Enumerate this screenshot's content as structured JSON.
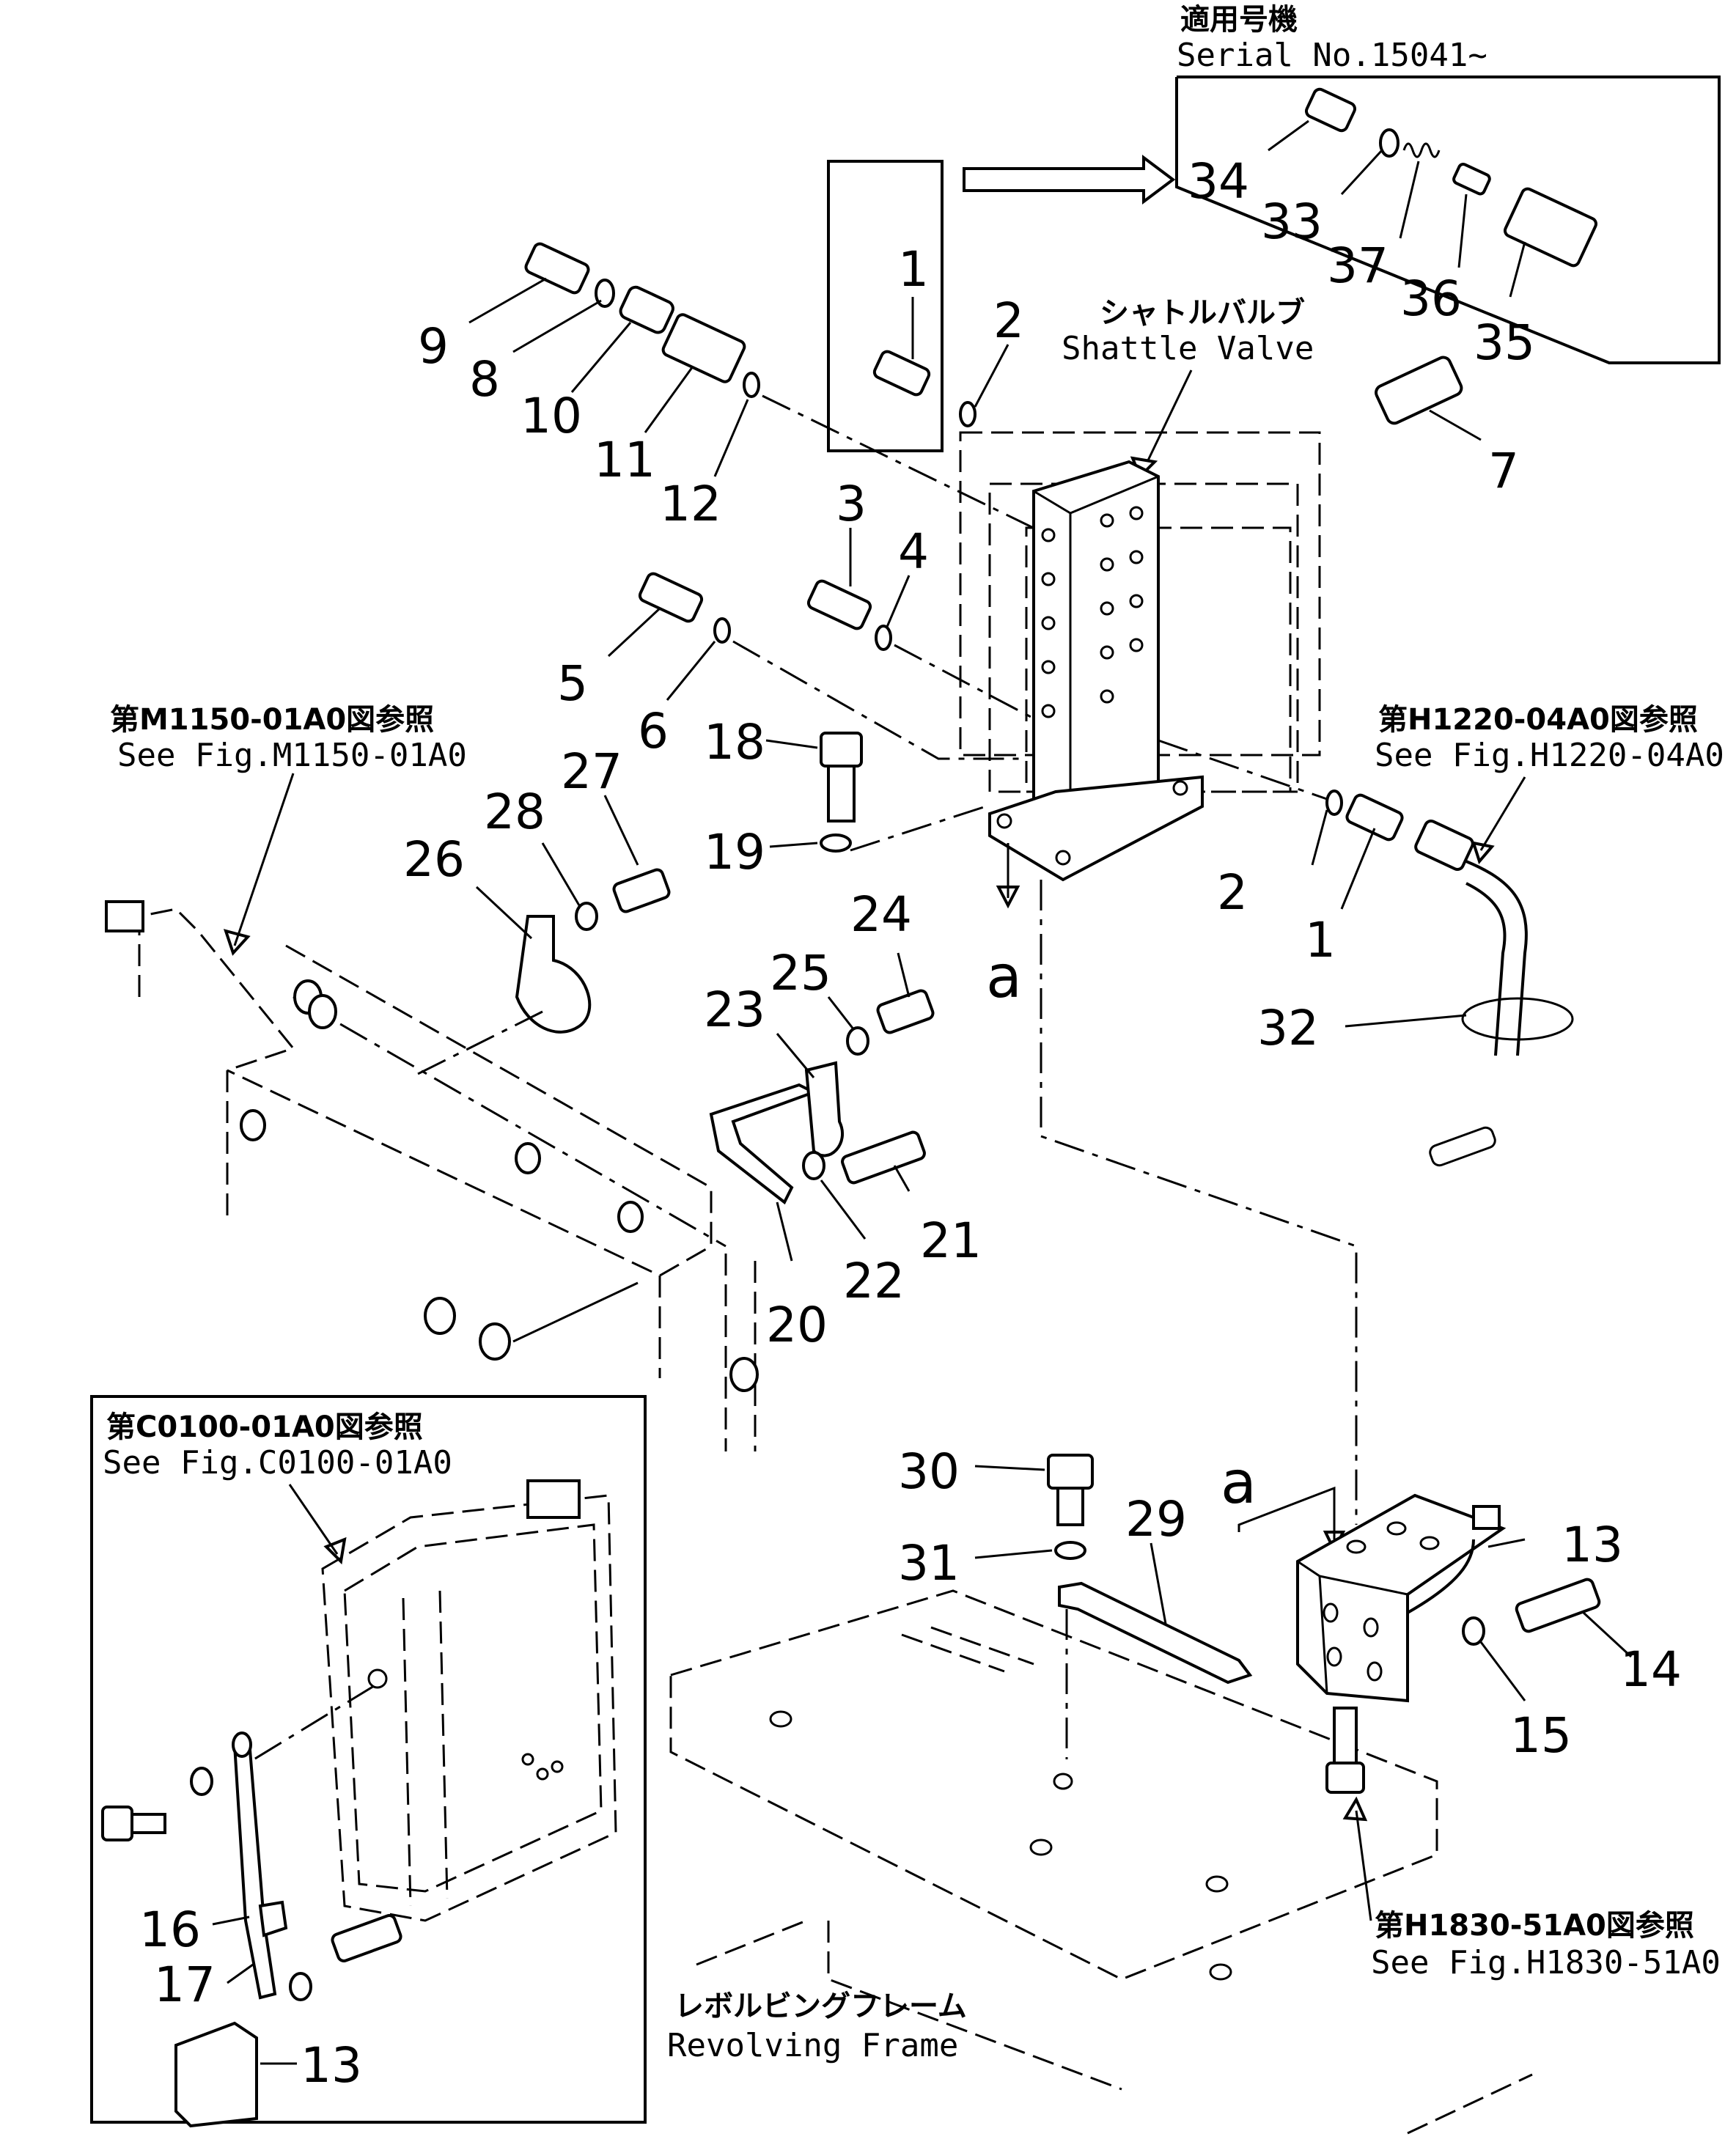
{
  "serial_box": {
    "title_jp": "適用号機",
    "title_en": "Serial No.15041~"
  },
  "shuttle_valve": {
    "jp": "シャトルバルブ",
    "en": "Shattle Valve"
  },
  "refs": {
    "m1150": {
      "jp": "第M1150-01A0図参照",
      "en": "See Fig.M1150-01A0"
    },
    "h1220": {
      "jp": "第H1220-04A0図参照",
      "en": "See Fig.H1220-04A0"
    },
    "c0100": {
      "jp": "第C0100-01A0図参照",
      "en": "See Fig.C0100-01A0"
    },
    "h1830": {
      "jp": "第H1830-51A0図参照",
      "en": "See Fig.H1830-51A0"
    }
  },
  "revolving_frame": {
    "jp": "レボルビングフレーム",
    "en": "Revolving Frame"
  },
  "view_marks": {
    "a1": "a",
    "a2": "a"
  },
  "callouts": {
    "n1a": "1",
    "n1b": "1",
    "n2a": "2",
    "n2b": "2",
    "n3": "3",
    "n4": "4",
    "n5": "5",
    "n6": "6",
    "n7": "7",
    "n8": "8",
    "n9": "9",
    "n10": "10",
    "n11": "11",
    "n12": "12",
    "n13a": "13",
    "n13b": "13",
    "n14": "14",
    "n15": "15",
    "n16": "16",
    "n17": "17",
    "n18": "18",
    "n19": "19",
    "n20": "20",
    "n21": "21",
    "n22": "22",
    "n23": "23",
    "n24": "24",
    "n25": "25",
    "n26": "26",
    "n27": "27",
    "n28": "28",
    "n29": "29",
    "n30": "30",
    "n31": "31",
    "n32": "32",
    "n33": "33",
    "n34": "34",
    "n35": "35",
    "n36": "36",
    "n37": "37"
  }
}
